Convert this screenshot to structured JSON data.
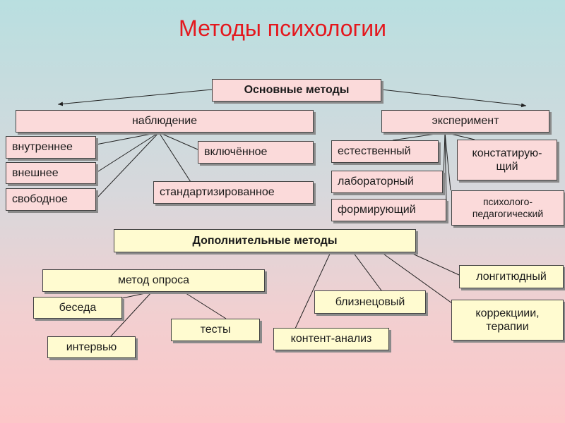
{
  "title": "Методы психологии",
  "main": {
    "label": "Основные методы",
    "observation": {
      "label": "наблюдение",
      "kinds": [
        "внутреннее",
        "внешнее",
        "свободное",
        "включённое",
        "стандартизированное"
      ]
    },
    "experiment": {
      "label": "эксперимент",
      "kinds": [
        "естественный",
        "лабораторный",
        "формирующий"
      ],
      "stating": [
        "констатирую-",
        "щий"
      ],
      "pedagogical": [
        "психолого-",
        "педагогический"
      ]
    }
  },
  "additional": {
    "label": "Дополнительные методы",
    "survey": {
      "label": "метод опроса",
      "kinds": [
        "беседа",
        "тесты",
        "интервью"
      ]
    },
    "others": [
      "близнецовый",
      "контент-анализ",
      "лонгитюдный"
    ],
    "correction": [
      "коррекциии,",
      "терапии"
    ]
  },
  "colors": {
    "title": "#e4181e",
    "pink_box": "#fbdada",
    "white_box": "#ffffff",
    "cream_box": "#fffbd0"
  }
}
